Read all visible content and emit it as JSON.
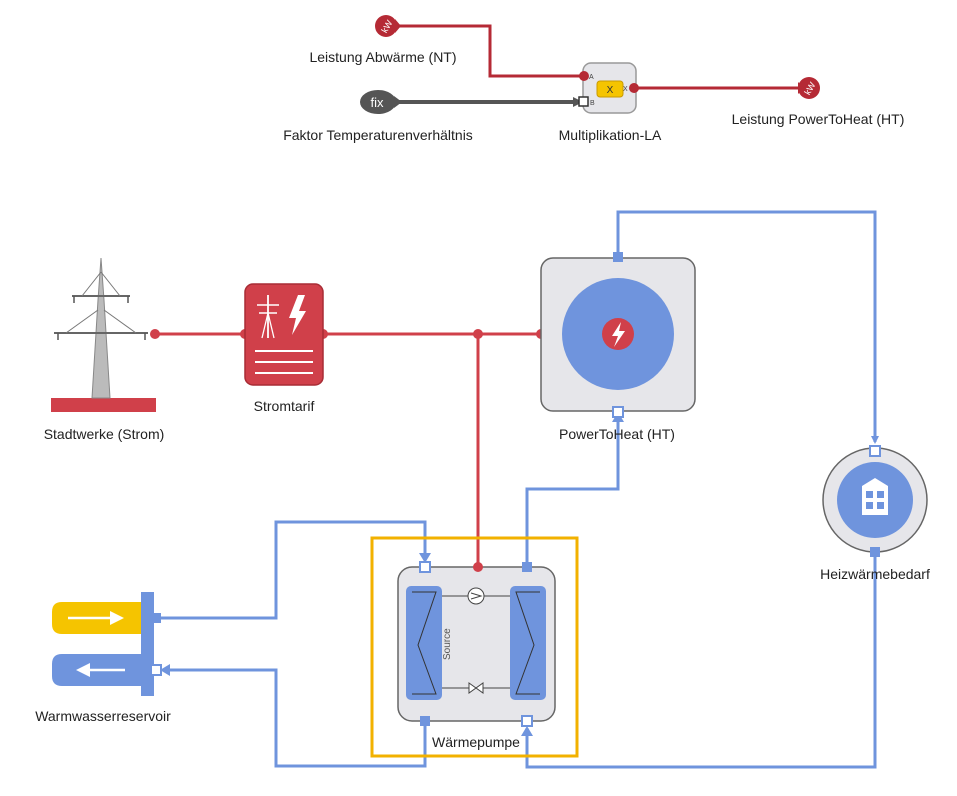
{
  "signals": {
    "waste_heat_input": {
      "label": "Leistung Abwärme (NT)",
      "unit": "kW"
    },
    "factor_input": {
      "label": "Faktor Temperaturenverhältnis",
      "value": "fix"
    },
    "multiplier": {
      "label": "Multiplikation-LA",
      "symbol": "X",
      "port_a": "A",
      "port_b": "B",
      "port_x": "X"
    },
    "ptoh_output": {
      "label": "Leistung PowerToHeat (HT)",
      "unit": "kW"
    }
  },
  "components": {
    "grid": {
      "label": "Stadtwerke (Strom)",
      "icon": "power-pylon-icon"
    },
    "tariff": {
      "label": "Stromtarif",
      "icon": "electricity-tariff-icon"
    },
    "power_to_heat": {
      "label": "PowerToHeat (HT)",
      "icon": "lightning-icon"
    },
    "heat_demand": {
      "label": "Heizwärmebedarf",
      "icon": "building-icon"
    },
    "heat_pump": {
      "label": "Wärmepumpe",
      "source_text": "Source",
      "selected": true
    },
    "reservoir": {
      "label": "Warmwasserreservoir"
    }
  },
  "colors": {
    "electric": "#d0404a",
    "thermal": "#6f94dd",
    "signal": "#b52a35",
    "fixed": "#555555",
    "selection": "#f2b100",
    "hot_arrow": "#f5c400",
    "block_bg": "#e6e6ea"
  }
}
